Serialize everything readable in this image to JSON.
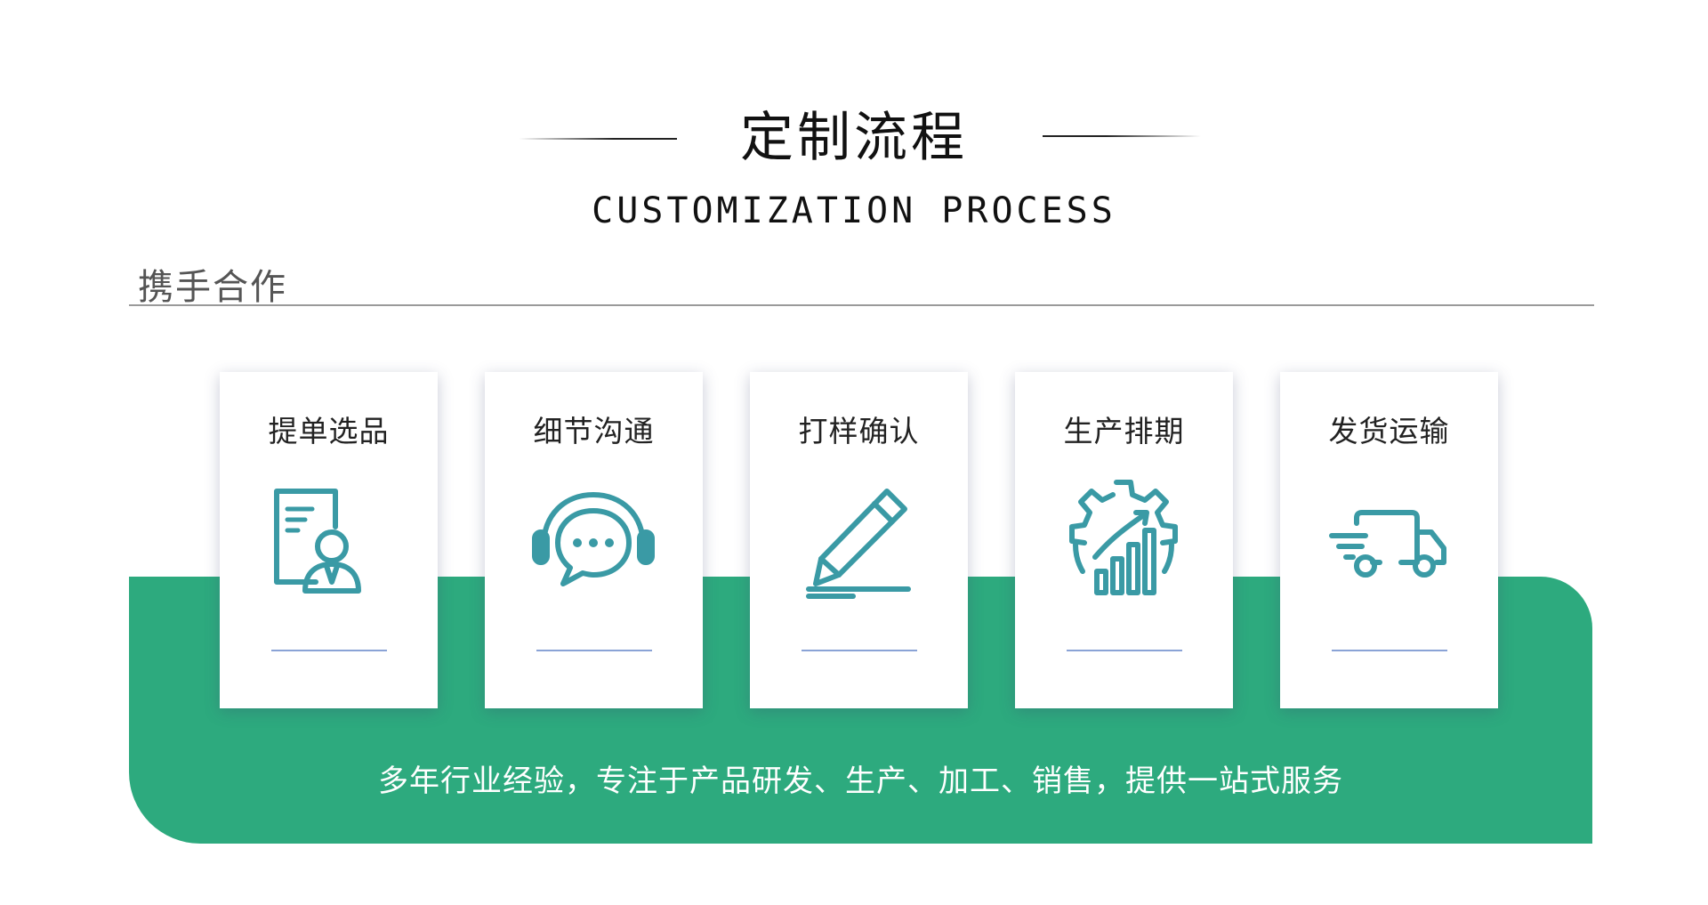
{
  "header": {
    "title": "定制流程",
    "subtitle": "CUSTOMIZATION PROCESS"
  },
  "section": {
    "label": "携手合作"
  },
  "steps": [
    {
      "label": "提单选品",
      "icon": "document-person-icon"
    },
    {
      "label": "细节沟通",
      "icon": "headset-chat-icon"
    },
    {
      "label": "打样确认",
      "icon": "pencil-icon"
    },
    {
      "label": "生产排期",
      "icon": "gear-growth-chart-icon"
    },
    {
      "label": "发货运输",
      "icon": "delivery-truck-icon"
    }
  ],
  "tagline": "多年行业经验，专注于产品研发、生产、加工、销售，提供一站式服务",
  "colors": {
    "accent_green": "#2daa7e",
    "icon_teal": "#3a9aa5",
    "underline_blue": "#8aa3d6"
  }
}
